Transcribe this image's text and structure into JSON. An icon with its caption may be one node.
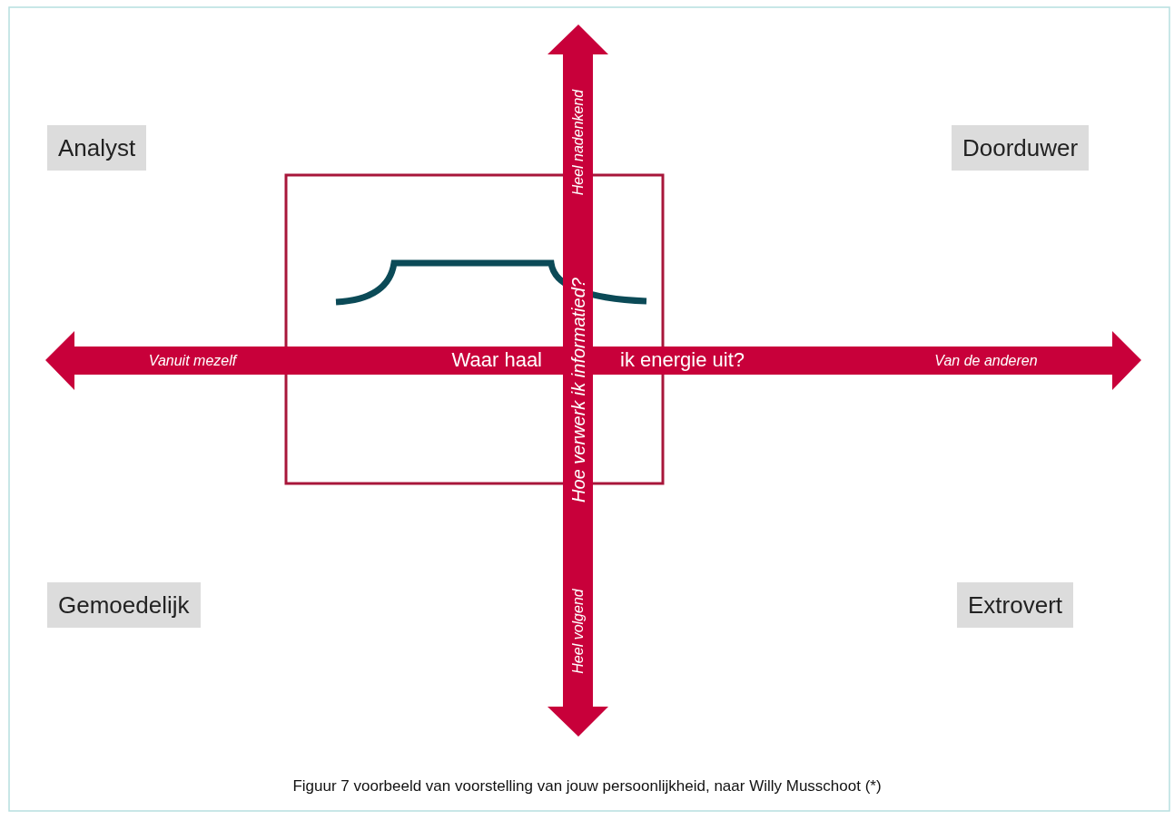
{
  "diagram": {
    "caption": "Figuur 7 voorbeeld van voorstelling van jouw persoonlijkheid, naar Willy Musschoot (*)",
    "nodes": [
      {
        "text": [
          "Analyst"
        ]
      },
      {
        "text": [
          "Doorduwer"
        ]
      },
      {
        "text": [
          "Gemoedelijk"
        ]
      },
      {
        "text": [
          "Extrovert"
        ]
      }
    ],
    "labels": [
      "Heel nadenkend",
      "Vanuit mezelf",
      "Waar haal",
      "Hoe verwerk ik informatied?",
      "ik energie uit?",
      "Van de anderen",
      "Heel volgend"
    ]
  }
}
